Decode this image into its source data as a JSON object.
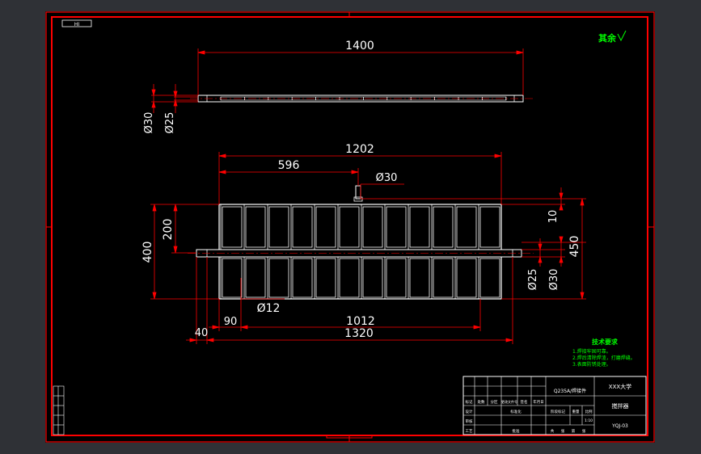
{
  "colors": {
    "background_outer": "#2f3136",
    "sheet": "#000000",
    "frame": "#ff0000",
    "geometry": "#ffffff",
    "dimension": "#ff0000",
    "text": "#ffffff",
    "note": "#00ff00"
  },
  "drawing": {
    "top_tag": "HI",
    "roughness_mark": "其余",
    "top_view": {
      "dim_length": "1400",
      "dim_outer_dia": "Ø30",
      "dim_inner_dia": "Ø25"
    },
    "front_view": {
      "dim_overall": "1202",
      "dim_half": "596",
      "dim_pin_dia": "Ø30",
      "dim_height_total": "400",
      "dim_height_half": "200",
      "dim_tab": "10",
      "dim_side": "450",
      "dim_shaft_inner": "Ø25",
      "dim_shaft_outer": "Ø30",
      "dim_bar": "Ø12",
      "dim_offset": "90",
      "dim_grid": "1012",
      "dim_end": "40",
      "dim_shaft_len": "1320"
    },
    "notes": {
      "title": "技术要求",
      "lines": [
        "1.焊接牢固可靠。",
        "2.焊后清除焊渣，打磨焊缝。",
        "3.表面防锈处理。"
      ]
    }
  },
  "title_block": {
    "material": "Q235A/焊接件",
    "org": "XXX大学",
    "part_name": "搅拌器",
    "drawing_no": "YQJ-03",
    "labels": [
      "标记",
      "处数",
      "分区",
      "更改文件号",
      "签名",
      "年月日"
    ],
    "role_labels": [
      "设计",
      "审核",
      "工艺"
    ],
    "std_label": "标准化",
    "approve_label": "批准",
    "stage_labels": [
      "阶段标记",
      "重量",
      "比例"
    ],
    "scale": "1:10",
    "sheet_labels": [
      "共",
      "张",
      "第",
      "张"
    ]
  }
}
